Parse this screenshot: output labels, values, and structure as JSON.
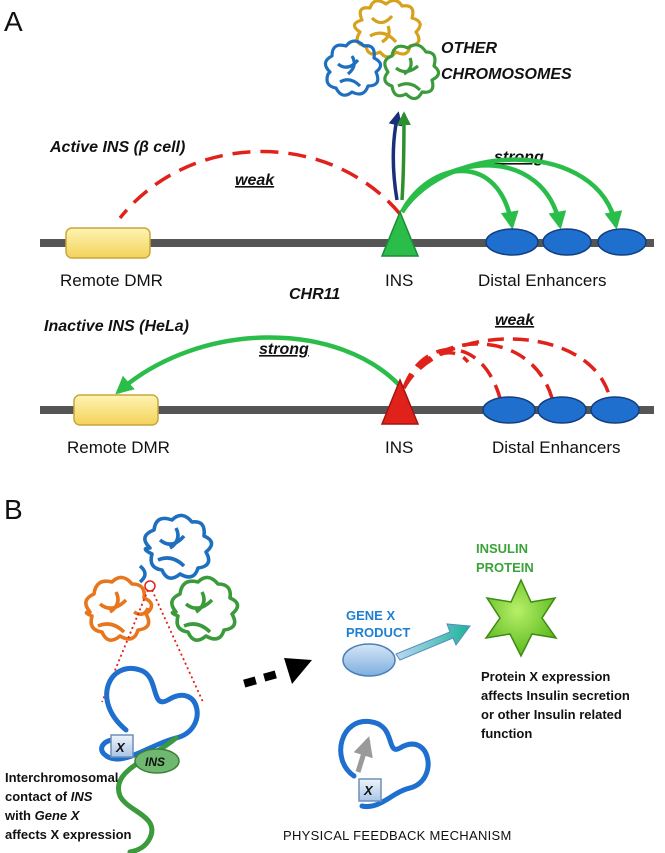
{
  "panels": {
    "a": "A",
    "b": "B"
  },
  "panel_a": {
    "other_chromosomes": [
      "OTHER",
      "CHROMOSOMES"
    ],
    "active_title": "Active INS  (β cell)",
    "inactive_title": "Inactive INS (HeLa)",
    "chr_label": "CHR11",
    "weak": "weak",
    "strong": "strong",
    "remote_dmr": "Remote DMR",
    "ins": "INS",
    "distal_enhancers": "Distal Enhancers"
  },
  "panel_b": {
    "x_box": "X",
    "ins_oval": "INS",
    "caption_left": [
      [
        "Interchromosomal",
        ""
      ],
      [
        "contact of ",
        "INS"
      ],
      [
        "with ",
        "Gene X"
      ],
      [
        "affects X expression",
        ""
      ]
    ],
    "gene_x_product": [
      "GENE X",
      "PRODUCT"
    ],
    "insulin_protein": [
      "INSULIN",
      "PROTEIN"
    ],
    "protein_x_text": [
      "Protein X expression",
      "affects Insulin secretion",
      "or other Insulin related",
      "function"
    ],
    "mechanism": "PHYSICAL FEEDBACK MECHANISM"
  },
  "colors": {
    "chromosome_line": "#555555",
    "dmr_fill": "#fce57a",
    "enhancer_fill": "#1f6fcf",
    "active_green": "#2bbd4a",
    "inactive_red": "#e0221b",
    "chrom_blue": "#1f6fbf",
    "chrom_green": "#3b9a3b",
    "chrom_gold": "#d6a21e",
    "chrom_orange": "#e8761f",
    "text_blue": "#1f7fd0",
    "text_green": "#3aa33a"
  }
}
